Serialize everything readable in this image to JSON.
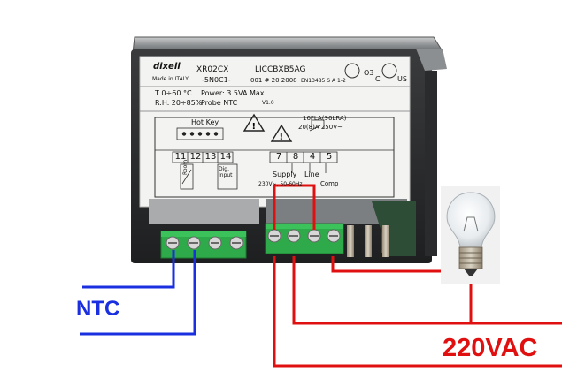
{
  "device": {
    "brand": "dixell",
    "made_in": "Made in ITALY",
    "model": "XR02CX",
    "model_suffix": "-5N0C1-",
    "code": "LICCBXB5AG",
    "lot": "001 # 20 2008",
    "standard": "EN13485 S A 1-2",
    "temp_range": "T 0÷60 °C",
    "humidity": "R.H. 20÷85%",
    "power": "Power: 3.5VA Max",
    "probe": "Probe NTC",
    "version": "V1.0",
    "hot_key": "Hot Key",
    "relay_rating": "16FLA(96LRA)",
    "relay_rating_2": "20(8)A 250V~",
    "terminals_left": [
      "11",
      "12",
      "13",
      "14"
    ],
    "terminals_right": [
      "7",
      "8",
      "4",
      "5"
    ],
    "room_label": "Room",
    "dig_input_label": "Dig. Input",
    "supply_label": "Supply",
    "supply_spec": "230V~, 50-60Hz",
    "line_label": "Line",
    "comp_label": "Comp",
    "cert_label_1": "C",
    "cert_label_2": "US",
    "cert_code": "O3"
  },
  "labels": {
    "ntc": "NTC",
    "vac": "220VAC"
  },
  "colors": {
    "ntc_wire": "#1a2fe0",
    "power_wire": "#e01010",
    "terminal_green": "#2faa4a"
  }
}
